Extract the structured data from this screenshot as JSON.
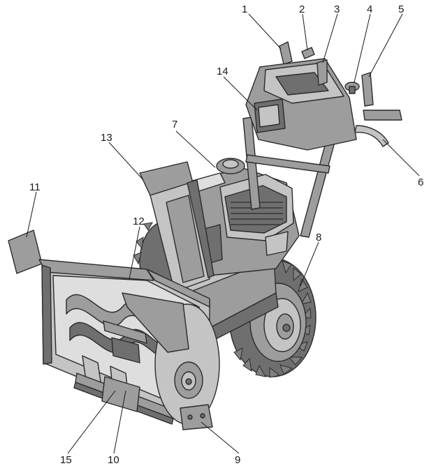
{
  "figure": {
    "callouts": [
      {
        "label": "1"
      },
      {
        "label": "2"
      },
      {
        "label": "3"
      },
      {
        "label": "4"
      },
      {
        "label": "5"
      },
      {
        "label": "6"
      },
      {
        "label": "7"
      },
      {
        "label": "8"
      },
      {
        "label": "9"
      },
      {
        "label": "10"
      },
      {
        "label": "11"
      },
      {
        "label": "12"
      },
      {
        "label": "13"
      },
      {
        "label": "14"
      },
      {
        "label": "15"
      }
    ]
  }
}
